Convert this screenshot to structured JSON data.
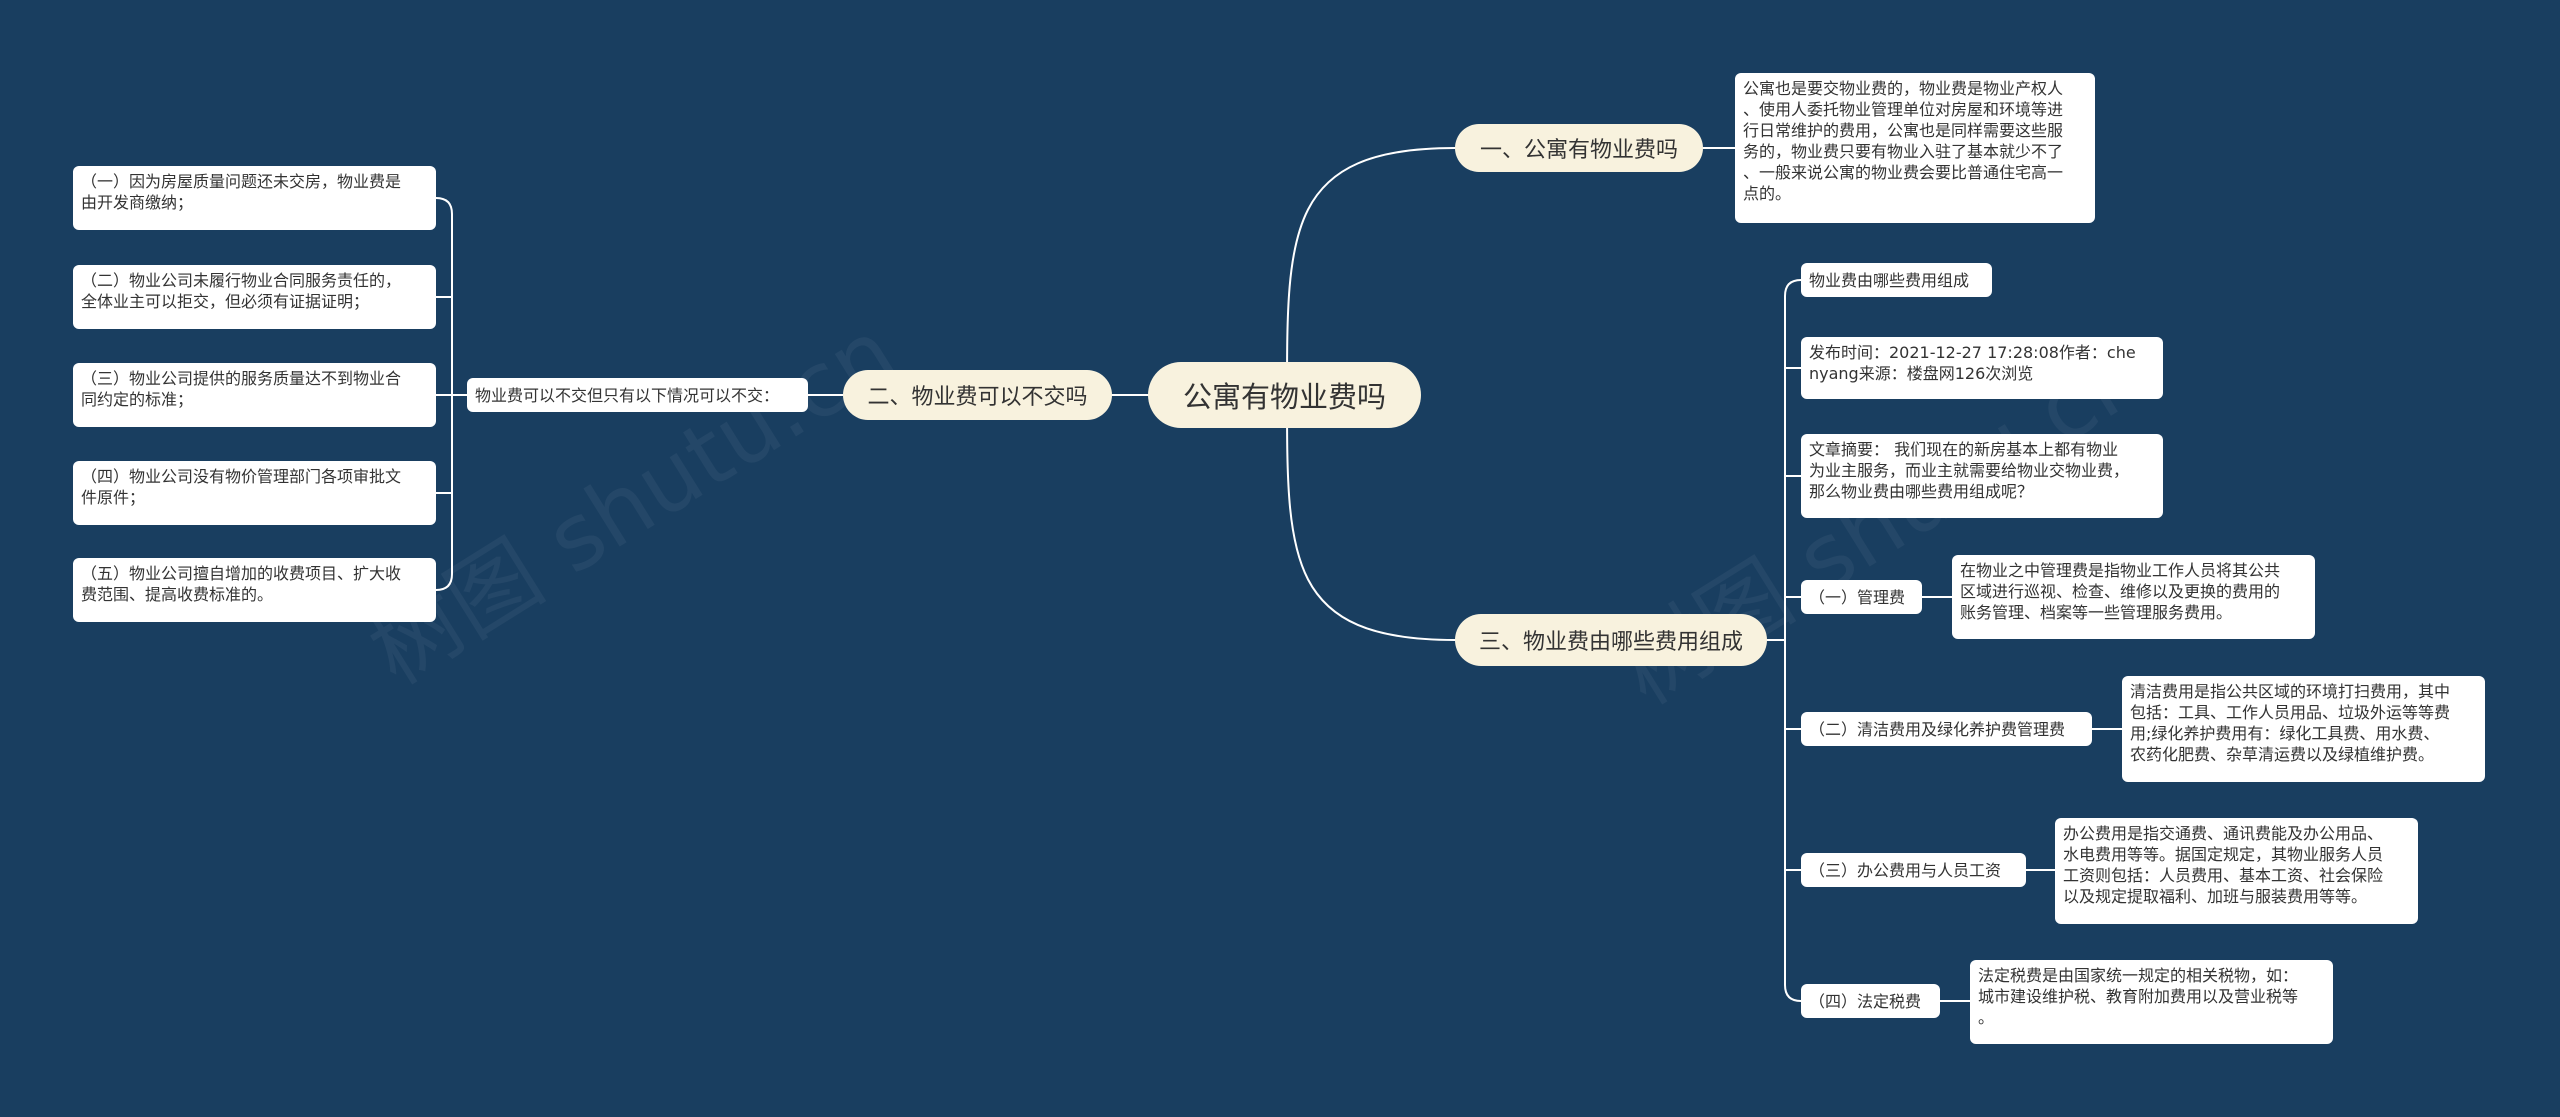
{
  "root": "公寓有物业费吗",
  "branches": {
    "b1": {
      "label": "一、公寓有物业费吗",
      "detail": "公寓也是要交物业费的，物业费是物业产权人\n、使用人委托物业管理单位对房屋和环境等进\n行日常维护的费用，公寓也是同样需要这些服\n务的，物业费只要有物业入驻了基本就少不了\n、一般来说公寓的物业费会要比普通住宅高一\n点的。"
    },
    "b2": {
      "label": "二、物业费可以不交吗",
      "sub": "物业费可以不交但只有以下情况可以不交：",
      "items": [
        "（一）因为房屋质量问题还未交房，物业费是\n由开发商缴纳；",
        "（二）物业公司未履行物业合同服务责任的，\n全体业主可以拒交，但必须有证据证明；",
        "（三）物业公司提供的服务质量达不到物业合\n同约定的标准；",
        "（四）物业公司没有物价管理部门各项审批文\n件原件；",
        "（五）物业公司擅自增加的收费项目、扩大收\n费范围、提高收费标准的。"
      ]
    },
    "b3": {
      "label": "三、物业费由哪些费用组成",
      "intro": "物业费由哪些费用组成",
      "meta": "发布时间：2021-12-27 17:28:08作者：che\nnyang来源：楼盘网126次浏览",
      "summary": "文章摘要： 我们现在的新房基本上都有物业\n为业主服务，而业主就需要给物业交物业费，\n那么物业费由哪些费用组成呢？",
      "items": [
        {
          "label": "（一）管理费",
          "detail": "在物业之中管理费是指物业工作人员将其公共\n区域进行巡视、检查、维修以及更换的费用的\n账务管理、档案等一些管理服务费用。"
        },
        {
          "label": "（二）清洁费用及绿化养护费管理费",
          "detail": "清洁费用是指公共区域的环境打扫费用，其中\n包括：工具、工作人员用品、垃圾外运等等费\n用;绿化养护费用有：绿化工具费、用水费、\n农药化肥费、杂草清运费以及绿植维护费。"
        },
        {
          "label": "（三）办公费用与人员工资",
          "detail": "办公费用是指交通费、通讯费能及办公用品、\n水电费用等等。据国定规定，其物业服务人员\n工资则包括：人员费用、基本工资、社会保险\n以及规定提取福利、加班与服装费用等等。"
        },
        {
          "label": "（四）法定税费",
          "detail": "法定税费是由国家统一规定的相关税物，如：\n城市建设维护税、教育附加费用以及营业税等\n。"
        }
      ]
    }
  },
  "watermark": "树图 shutu.cn",
  "colors": {
    "background": "#193e60",
    "link": "#ffffff",
    "main_node": "#f8f2de",
    "leaf_node": "#ffffff"
  }
}
